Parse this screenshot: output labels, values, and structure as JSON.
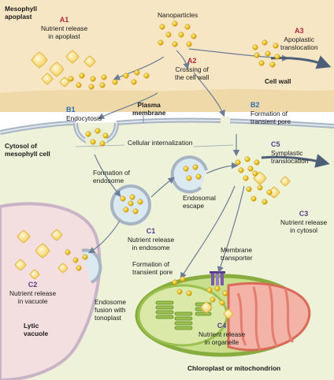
{
  "regions": {
    "mesophyll_apoplast": [
      "Mesophyll",
      "apoplast"
    ],
    "cell_wall": "Cell wall",
    "plasma_membrane": [
      "Plasma",
      "membrane"
    ],
    "cytosol": [
      "Cytosol of",
      "mesophyll cell"
    ],
    "lytic_vacuole": [
      "Lytic",
      "vacuole"
    ],
    "organelle": "Chloroplast or mitochondrion"
  },
  "labels": {
    "nanoparticles": "Nanoparticles",
    "cellular_internalization": "Cellular internalization",
    "formation_of_endosome": [
      "Formation of",
      "endosome"
    ],
    "endosomal_escape": [
      "Endosomal",
      "escape"
    ],
    "formation_transient_pore_left": [
      "Formation of",
      "transient pore"
    ],
    "membrane_transporter": [
      "Membrane",
      "transporter"
    ],
    "endosome_fusion": [
      "Endosome",
      "fusion with",
      "tonoplast"
    ]
  },
  "steps": {
    "A1": {
      "code": "A1",
      "text": [
        "Nutrient release",
        "in apoplast"
      ]
    },
    "A2": {
      "code": "A2",
      "text": [
        "Crossing of",
        "the cell wall"
      ]
    },
    "A3": {
      "code": "A3",
      "text": [
        "Apoplastic",
        "translocation"
      ]
    },
    "B1": {
      "code": "B1",
      "text": [
        "Endocytosis"
      ]
    },
    "B2": {
      "code": "B2",
      "text": [
        "Formation of",
        "transient pore"
      ]
    },
    "C5": {
      "code": "C5",
      "text": [
        "Symplastic",
        "translocation"
      ]
    },
    "C1": {
      "code": "C1",
      "text": [
        "Nutrient release",
        "in endosome"
      ]
    },
    "C2": {
      "code": "C2",
      "text": [
        "Nutrient release",
        "in vacuole"
      ]
    },
    "C3": {
      "code": "C3",
      "text": [
        "Nutrient release",
        "in cytosol"
      ]
    },
    "C4": {
      "code": "C4",
      "text": [
        "Nutrient release",
        "in organelle"
      ]
    }
  },
  "colors": {
    "apoplast_bg": "#f6e6c4",
    "cytosol_bg": "#eef2d8",
    "vacuole_bg": "#f4dfe0",
    "nanoparticle": "#f2c21b",
    "nutrient_crystal": "#f7d76a",
    "arrow": "#6b7d96",
    "chloroplast": "#9bc04f",
    "mitochondrion": "#e57d6e",
    "code_red": "#b3263a",
    "code_purple": "#5b3b8c",
    "code_blue": "#2c6fb3"
  }
}
